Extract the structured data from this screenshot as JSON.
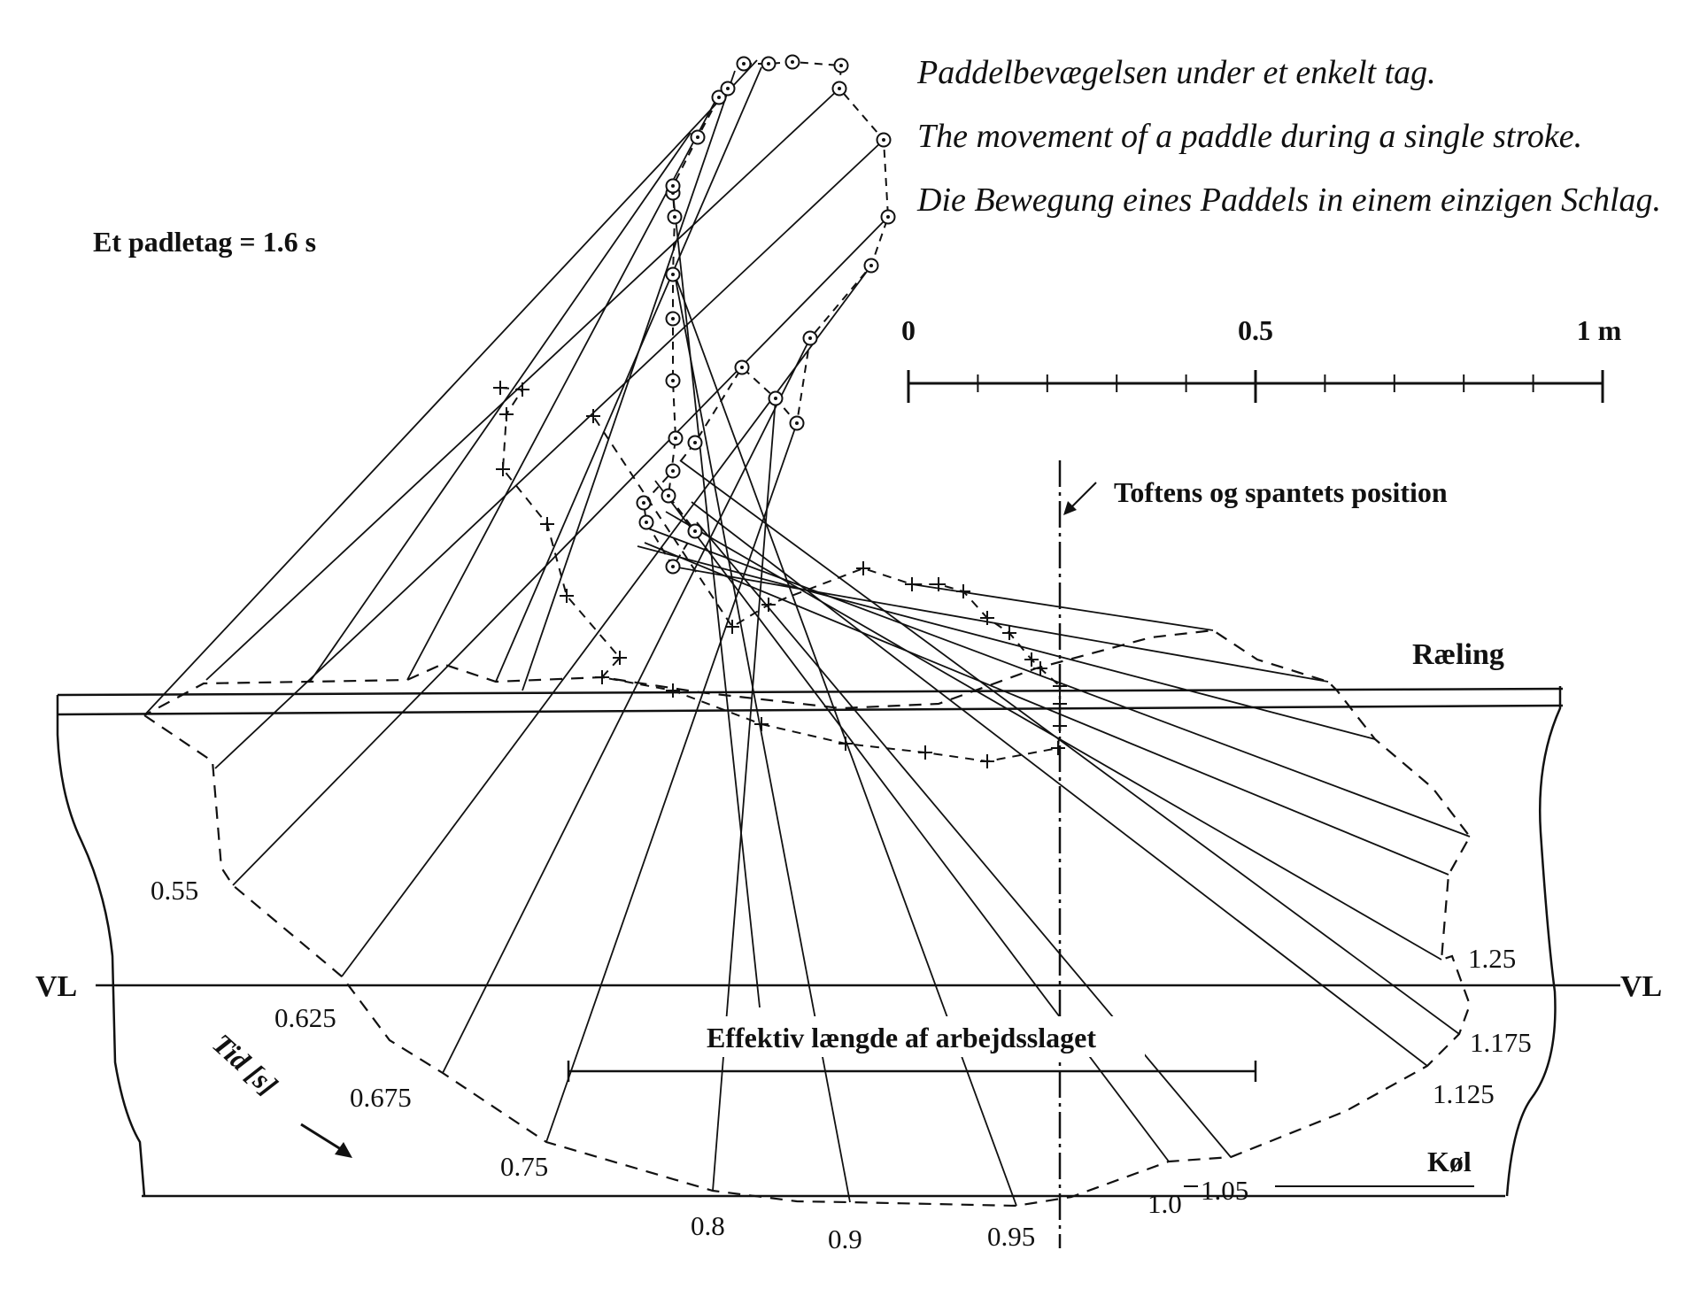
{
  "captions": {
    "danish": "Paddelbevægelsen under et enkelt tag.",
    "english": "The movement of a paddle during a single stroke.",
    "german": "Die Bewegung eines Paddels in einem einzigen Schlag."
  },
  "stroke_duration_label": "Et padletag = 1.6 s",
  "scale_bar": {
    "labels": [
      "0",
      "0.5",
      "1 m"
    ],
    "minor_divisions": 10
  },
  "labels": {
    "thwart_position": "Toftens og spantets position",
    "gunwale": "Ræling",
    "waterline_left": "VL",
    "waterline_right": "VL",
    "effective_length": "Effektiv længde af arbejdsslaget",
    "keel": "Køl",
    "time_axis": "Tid [s]"
  },
  "time_labels": [
    "0.55",
    "0.625",
    "0.675",
    "0.75",
    "0.8",
    "0.9",
    "0.95",
    "1.0",
    "1.05",
    "1.125",
    "1.175",
    "1.25"
  ],
  "colors": {
    "ink": "#111111",
    "background": "#ffffff"
  }
}
